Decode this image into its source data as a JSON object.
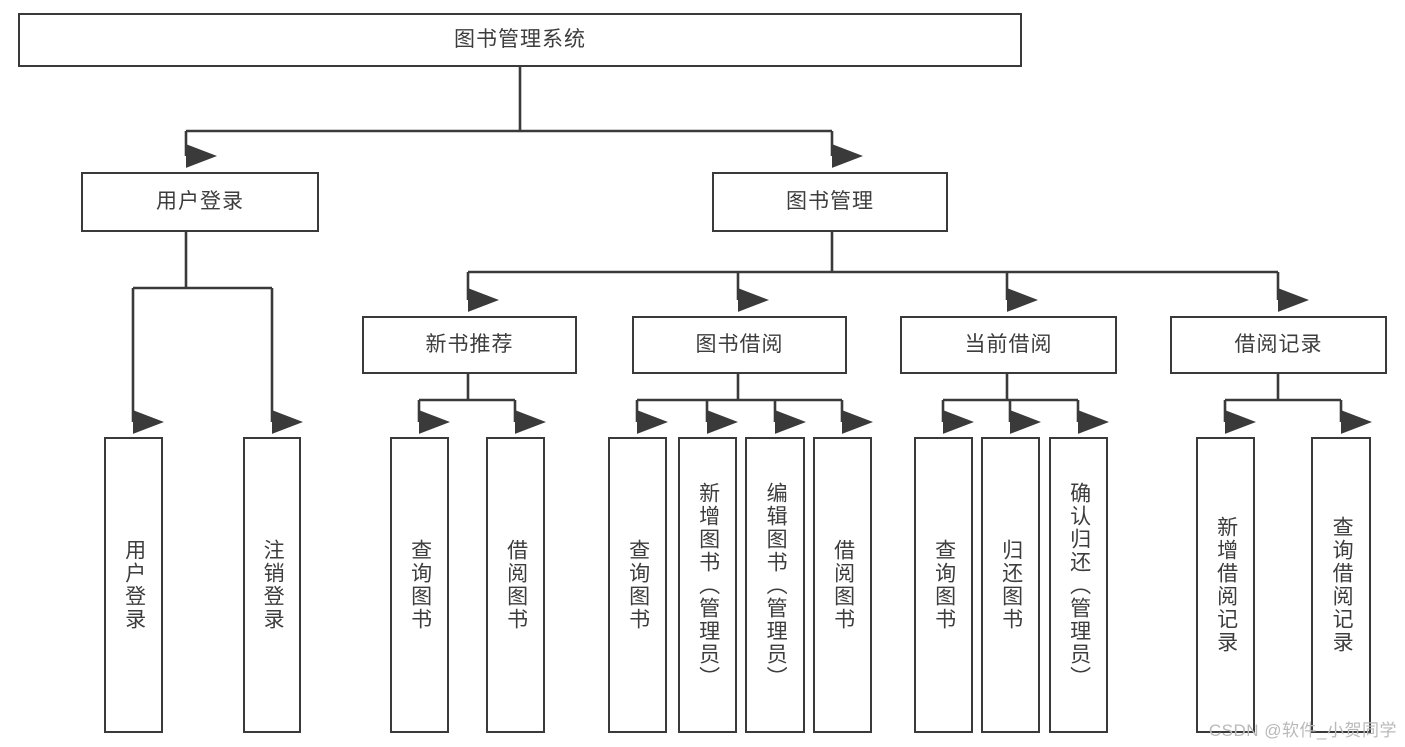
{
  "diagram": {
    "type": "tree-hierarchy-chart",
    "title": "图书管理系统",
    "stroke_color": "#3a3a3a",
    "fill_color": "#ffffff",
    "text_color": "#3d3d3d",
    "watermark": "CSDN @软件_小贺同学",
    "levels": {
      "root": {
        "label": "图书管理系统"
      },
      "level2": [
        {
          "id": "user-login",
          "label": "用户登录"
        },
        {
          "id": "book-manage",
          "label": "图书管理"
        }
      ],
      "level3": [
        {
          "id": "new-book-recommend",
          "label": "新书推荐"
        },
        {
          "id": "book-borrow",
          "label": "图书借阅"
        },
        {
          "id": "current-borrow",
          "label": "当前借阅"
        },
        {
          "id": "borrow-record",
          "label": "借阅记录"
        }
      ],
      "leaves": [
        {
          "id": "leaf-user-login",
          "label": "用户登录",
          "parent": "user-login"
        },
        {
          "id": "leaf-logout-login",
          "label": "注销登录",
          "parent": "user-login"
        },
        {
          "id": "leaf-query-book-1",
          "label": "查询图书",
          "parent": "new-book-recommend"
        },
        {
          "id": "leaf-borrow-book-1",
          "label": "借阅图书",
          "parent": "new-book-recommend"
        },
        {
          "id": "leaf-query-book-2",
          "label": "查询图书",
          "parent": "book-borrow"
        },
        {
          "id": "leaf-add-book",
          "label": "新增图书（管理员）",
          "parent": "book-borrow"
        },
        {
          "id": "leaf-edit-book",
          "label": "编辑图书（管理员）",
          "parent": "book-borrow"
        },
        {
          "id": "leaf-borrow-book-2",
          "label": "借阅图书",
          "parent": "book-borrow"
        },
        {
          "id": "leaf-query-book-3",
          "label": "查询图书",
          "parent": "current-borrow"
        },
        {
          "id": "leaf-return-book",
          "label": "归还图书",
          "parent": "current-borrow"
        },
        {
          "id": "leaf-confirm-return",
          "label": "确认归还（管理员）",
          "parent": "current-borrow"
        },
        {
          "id": "leaf-add-record",
          "label": "新增借阅记录",
          "parent": "borrow-record"
        },
        {
          "id": "leaf-query-record",
          "label": "查询借阅记录",
          "parent": "borrow-record"
        }
      ]
    }
  }
}
